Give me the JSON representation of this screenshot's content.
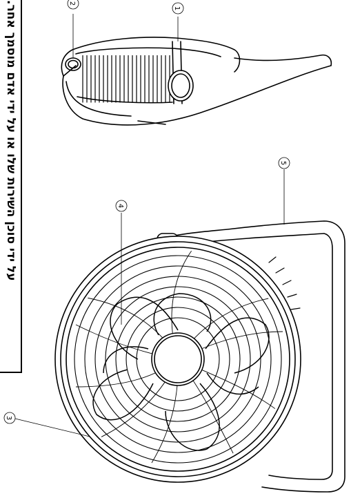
{
  "notice": {
    "text": "על ידי סוכן השירות שלו או על ידי אדם מוסמך אחר."
  },
  "callouts": [
    {
      "id": "callout-1",
      "label": "1"
    },
    {
      "id": "callout-2",
      "label": "2"
    },
    {
      "id": "callout-3",
      "label": "3"
    },
    {
      "id": "callout-4",
      "label": "4"
    },
    {
      "id": "callout-5",
      "label": "5"
    }
  ]
}
